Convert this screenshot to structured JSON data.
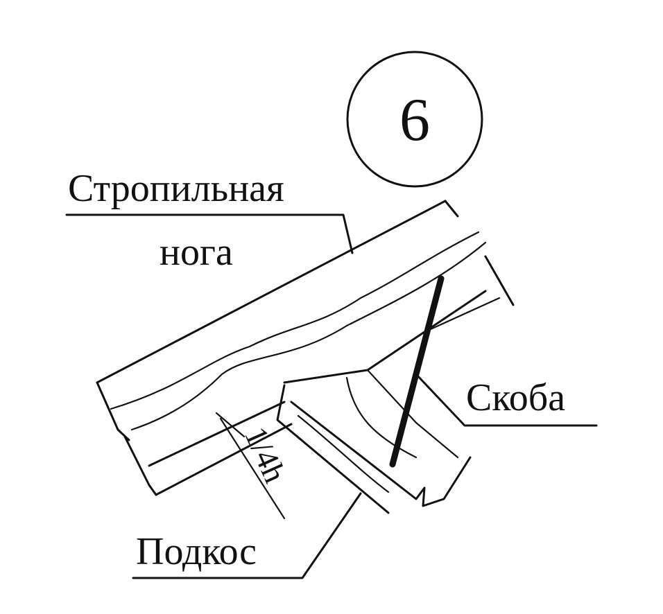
{
  "badge": {
    "number": "6"
  },
  "labels": {
    "rafter_line1": "Стропильная",
    "rafter_line2": "нога",
    "staple": "Скоба",
    "strut": "Подкос",
    "dimension": "1/4h"
  },
  "colors": {
    "ink": "#111111",
    "background": "#ffffff"
  }
}
